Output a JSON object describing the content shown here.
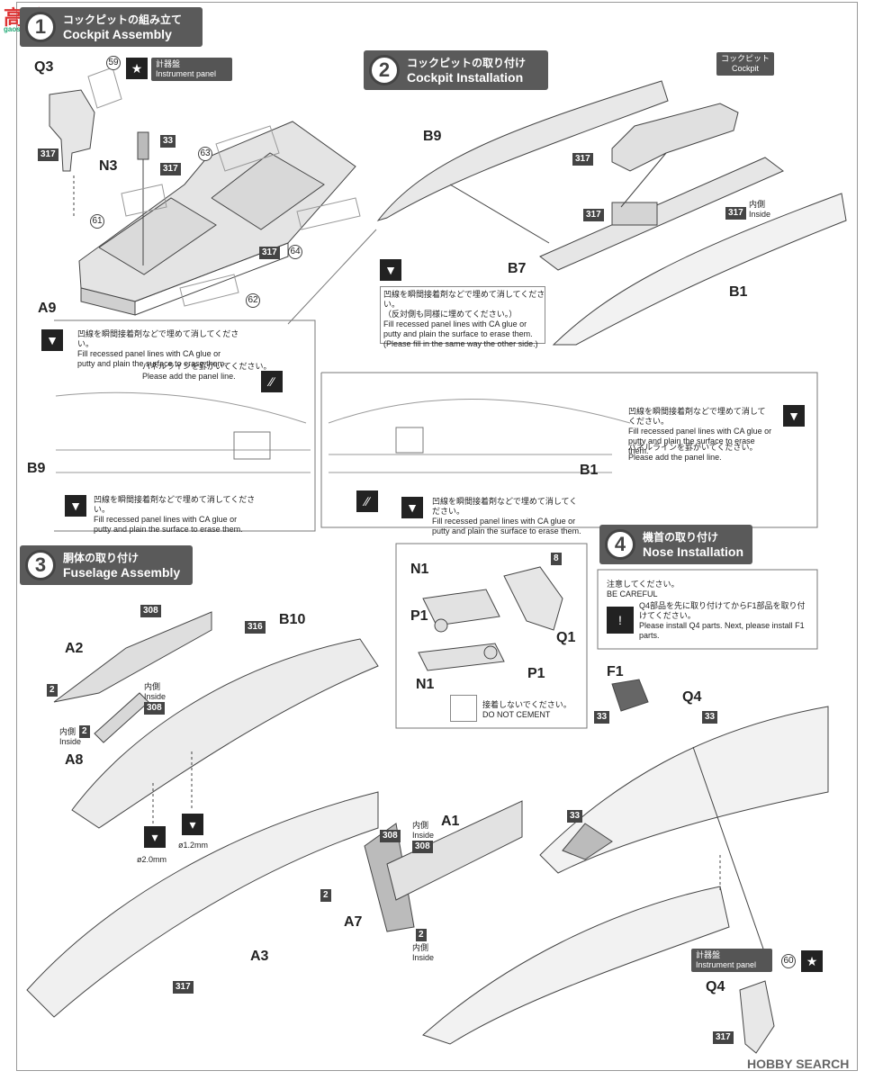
{
  "watermark": {
    "top_left": "高手",
    "top_left_sub": "gaoshou.com",
    "bottom_right": "HOBBY SEARCH"
  },
  "step1": {
    "num": "1",
    "jp": "コックピットの組み立て",
    "en": "Cockpit Assembly"
  },
  "step2": {
    "num": "2",
    "jp": "コックピットの取り付け",
    "en": "Cockpit Installation"
  },
  "step3": {
    "num": "3",
    "jp": "胴体の取り付け",
    "en": "Fuselage Assembly"
  },
  "step4": {
    "num": "4",
    "jp": "機首の取り付け",
    "en": "Nose Installation"
  },
  "instrument_panel": {
    "jp": "計器盤",
    "en": "Instrument panel"
  },
  "cockpit_tag": {
    "jp": "コックピット",
    "en": "Cockpit"
  },
  "inside": {
    "jp": "内側",
    "en": "Inside"
  },
  "parts": {
    "q3": "Q3",
    "n3": "N3",
    "a9": "A9",
    "b9": "B9",
    "b7": "B7",
    "b1": "B1",
    "b10": "B10",
    "a2": "A2",
    "a8": "A8",
    "a1": "A1",
    "a7": "A7",
    "a3": "A3",
    "n1": "N1",
    "p1": "P1",
    "q1": "Q1",
    "f1": "F1",
    "q4": "Q4"
  },
  "colors": {
    "c317": "317",
    "c33": "33",
    "c308": "308",
    "c316": "316",
    "c2": "2",
    "c8": "8"
  },
  "decals": {
    "d59": "59",
    "d61": "61",
    "d62": "62",
    "d63": "63",
    "d64": "64",
    "d60": "60"
  },
  "notes": {
    "fill_jp": "凹線を瞬間接着剤などで埋めて消してください。",
    "fill_en1": "Fill recessed panel lines with CA glue or",
    "fill_en2": "putty and plain the surface to erase them.",
    "other_side_jp": "（反対側も同様に埋めてください。）",
    "other_side_en": "(Please fill in the same way the other side.)",
    "panel_jp": "パネルラインを罫がいてください。",
    "panel_en": "Please add the panel line.",
    "dnc_jp": "接着しないでください。",
    "dnc_en": "DO NOT CEMENT",
    "careful_jp": "注意してください。",
    "careful_en": "BE CAREFUL",
    "q4_jp": "Q4部品を先に取り付けてからF1部品を取り付けてください。",
    "q4_en": "Please install Q4 parts. Next, please install F1 parts."
  },
  "drills": {
    "d20": "ø2.0mm",
    "d12": "ø1.2mm"
  }
}
